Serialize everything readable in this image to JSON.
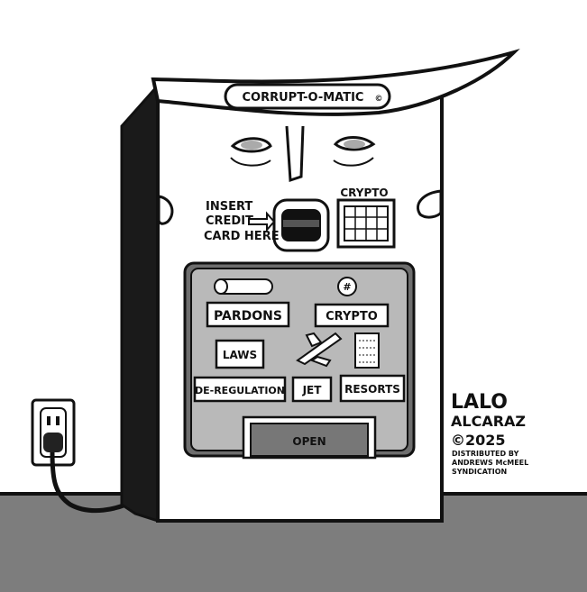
{
  "machine": {
    "brand": "CORRUPT-O-MATIC",
    "brand_mark": "©",
    "insert_label_1": "INSERT",
    "insert_label_2": "CREDIT",
    "insert_label_3": "CARD HERE",
    "crypto_panel_label": "CRYPTO",
    "open_label": "OPEN",
    "items": {
      "pardons": "PARDONS",
      "crypto": "CRYPTO",
      "laws": "LAWS",
      "deregulation": "DE-REGULATION",
      "jet": "JET",
      "resorts": "RESORTS"
    }
  },
  "signature": {
    "line1": "LALO",
    "line2": "ALCARAZ",
    "line3": "©2025",
    "line4": "DISTRIBUTED BY",
    "line5": "ANDREWS McMEEL",
    "line6": "SYNDICATION"
  },
  "colors": {
    "floor": "#7d7d7d",
    "screen_frame": "#6e6e6e",
    "screen_bg": "#b9b9b9",
    "open_panel": "#777777",
    "ink": "#111111",
    "paper": "#ffffff"
  }
}
